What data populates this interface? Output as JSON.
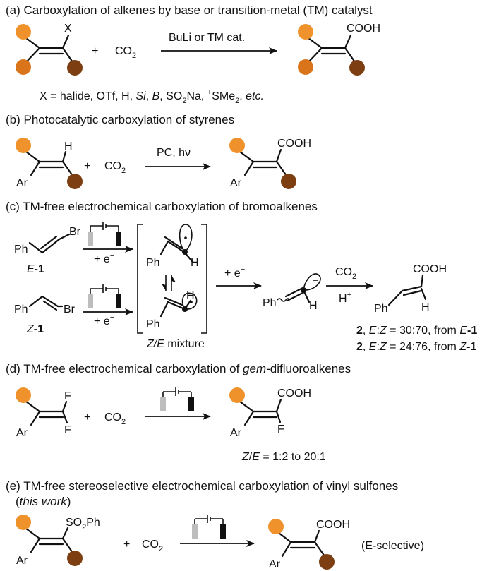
{
  "colors": {
    "orange": "#f0922b",
    "dark_orange": "#d9741a",
    "brown": "#7d3e12",
    "battery_light": "#bdbdbd",
    "battery_dark": "#111111"
  },
  "icons": [
    "battery-icon",
    "equilibrium-arrows-icon",
    "p-orbital-icon"
  ],
  "panels": [
    {
      "header": "(a) Carboxylation of alkenes by base or transition-metal (TM) catalyst",
      "leaving_group": "X",
      "plus": "+",
      "co2": "CO",
      "co2_sub": "2",
      "reagent": "BuLi or TM cat.",
      "product_group": "COOH",
      "x_def": {
        "prefix": "X = halide, OTf, H, ",
        "si": "Si",
        "comma1": ", ",
        "b": "B",
        "mid": ", SO",
        "sub1": "2",
        "na": "Na, ",
        "sup": "+",
        "sme": "SMe",
        "sub2": "2",
        "comma2": ", ",
        "etc": "etc."
      }
    },
    {
      "header": "(b) Photocatalytic carboxylation of styrenes",
      "h": "H",
      "ar": "Ar",
      "plus": "+",
      "co2": "CO",
      "co2_sub": "2",
      "reagent": "PC, hν",
      "product_group": "COOH",
      "product_ar": "Ar"
    },
    {
      "header": "(c) TM-free electrochemical carboxylation of bromoalkenes",
      "e_br": "Br",
      "e_ph": "Ph",
      "e_label": "E",
      "e_num": "-1",
      "z_ph": "Ph",
      "z_br": "Br",
      "z_label": "Z",
      "z_num": "-1",
      "electron": "+ e",
      "electron_sup": "−",
      "int_ph1": "Ph",
      "int_h1": "H",
      "int_ph2": "Ph",
      "int_h2": "H",
      "mixture_italic": "Z/E",
      "mixture": " mixture",
      "electron2": "+ e",
      "anion_ph": "Ph",
      "anion_h": "H",
      "co2": "CO",
      "co2_sub": "2",
      "proton": "H",
      "proton_sup": "+",
      "product_group": "COOH",
      "product_ph": "Ph",
      "product_h": "H",
      "results": [
        {
          "num": "2",
          "e": "E",
          "colon": ":",
          "z": "Z",
          "text": " = 30:70, from ",
          "src_italic": "E",
          "src_num": "-1"
        },
        {
          "num": "2",
          "e": "E",
          "colon": ":",
          "z": "Z",
          "text": " = 24:76, from ",
          "src_italic": "Z",
          "src_num": "-1"
        }
      ]
    },
    {
      "header_pre": "(d) TM-free electrochemical carboxylation of ",
      "header_italic": "gem",
      "header_post": "-difluoroalkenes",
      "f1": "F",
      "f2": "F",
      "ar": "Ar",
      "plus": "+",
      "co2": "CO",
      "co2_sub": "2",
      "product_group": "COOH",
      "product_ar": "Ar",
      "product_f": "F",
      "ratio_italic_z": "Z",
      "ratio_slash": "/",
      "ratio_italic_e": "E",
      "ratio_text": " = 1:2 to 20:1"
    },
    {
      "header": "(e) TM-free stereoselective electrochemical carboxylation of vinyl sulfones",
      "work_open": "(",
      "work_italic": "this work",
      "work_close": ")",
      "so2ph_a": "SO",
      "so2ph_sub": "2",
      "so2ph_b": "Ph",
      "ar": "Ar",
      "plus": "+",
      "co2": "CO",
      "co2_sub": "2",
      "product_group": "COOH",
      "product_ar": "Ar",
      "selectivity": "(E-selective)"
    }
  ]
}
